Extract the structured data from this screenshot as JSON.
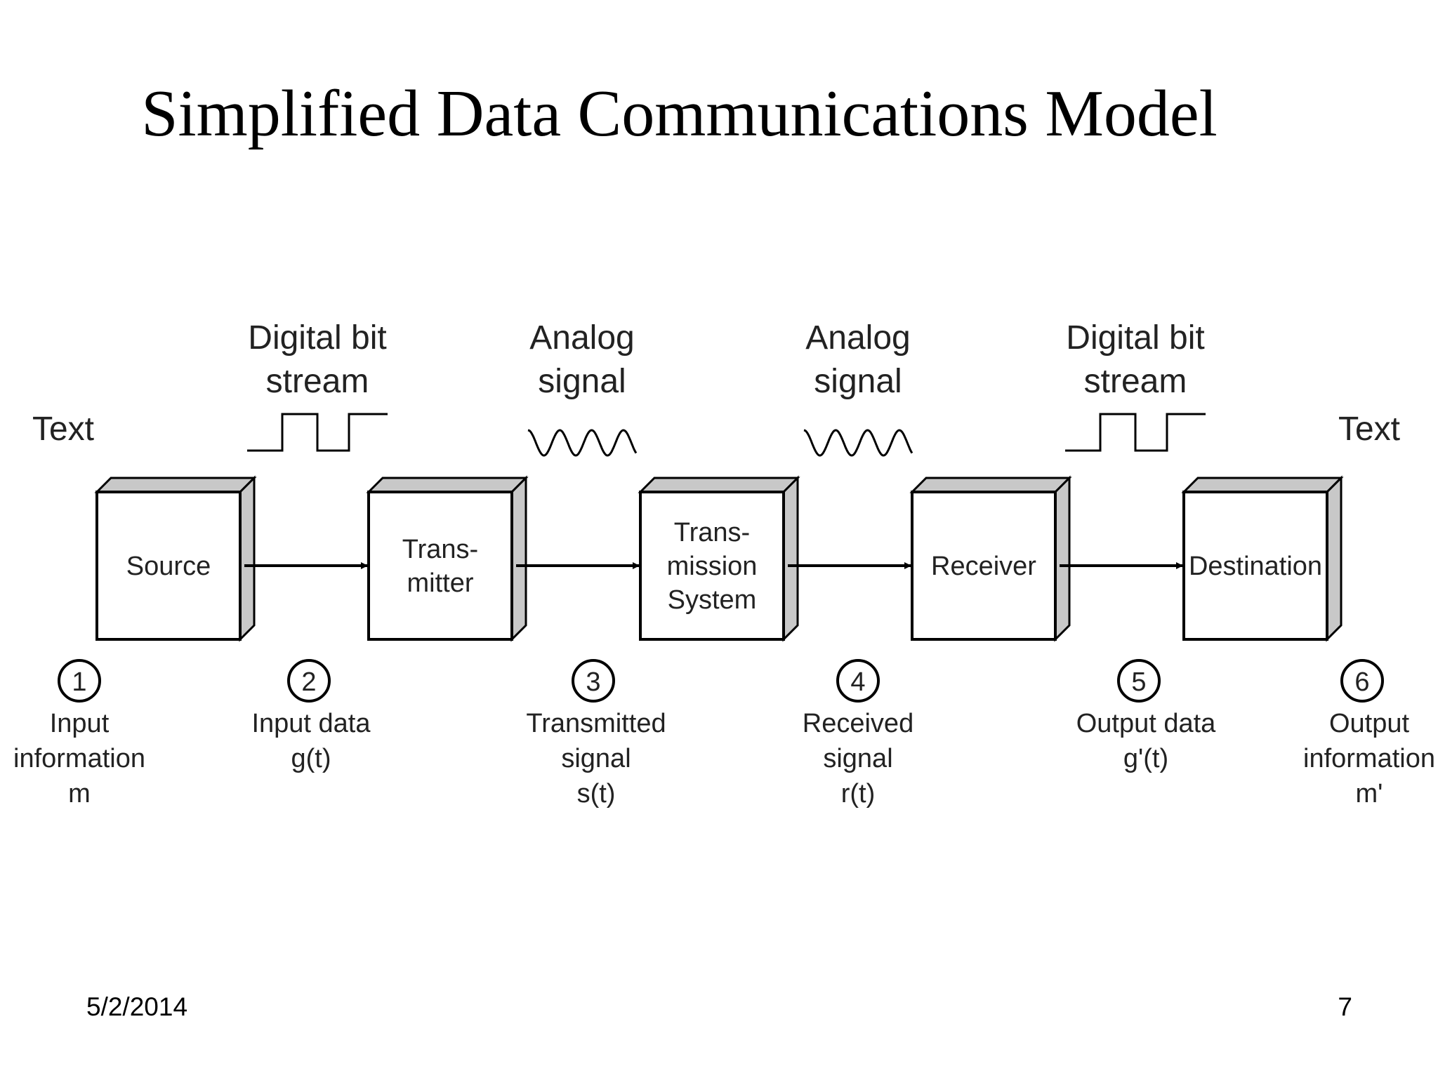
{
  "slide": {
    "title": "Simplified Data Communications Model",
    "date": "5/2/2014",
    "page": "7"
  },
  "diagram": {
    "top_labels": [
      {
        "lines": [
          "Text"
        ]
      },
      {
        "lines": [
          "Digital bit",
          "stream"
        ],
        "waveform": "square"
      },
      {
        "lines": [
          "Analog",
          "signal"
        ],
        "waveform": "sine"
      },
      {
        "lines": [
          "Analog",
          "signal"
        ],
        "waveform": "sine"
      },
      {
        "lines": [
          "Digital bit",
          "stream"
        ],
        "waveform": "square"
      },
      {
        "lines": [
          "Text"
        ]
      }
    ],
    "blocks": [
      {
        "lines": [
          "Source"
        ]
      },
      {
        "lines": [
          "Trans-",
          "mitter"
        ]
      },
      {
        "lines": [
          "Trans-",
          "mission",
          "System"
        ]
      },
      {
        "lines": [
          "Receiver"
        ]
      },
      {
        "lines": [
          "Destination"
        ]
      }
    ],
    "stages": [
      {
        "number": "1",
        "lines": [
          "Input",
          "information",
          "m"
        ]
      },
      {
        "number": "2",
        "lines": [
          "Input data",
          "g(t)"
        ]
      },
      {
        "number": "3",
        "lines": [
          "Transmitted",
          "signal",
          "s(t)"
        ]
      },
      {
        "number": "4",
        "lines": [
          "Received",
          "signal",
          "r(t)"
        ]
      },
      {
        "number": "5",
        "lines": [
          "Output data",
          "g'(t)"
        ]
      },
      {
        "number": "6",
        "lines": [
          "Output",
          "information",
          "m'"
        ]
      }
    ],
    "colors": {
      "box_fill": "#ffffff",
      "box_side": "#c8c8c8",
      "stroke": "#000000",
      "text": "#222222"
    }
  }
}
